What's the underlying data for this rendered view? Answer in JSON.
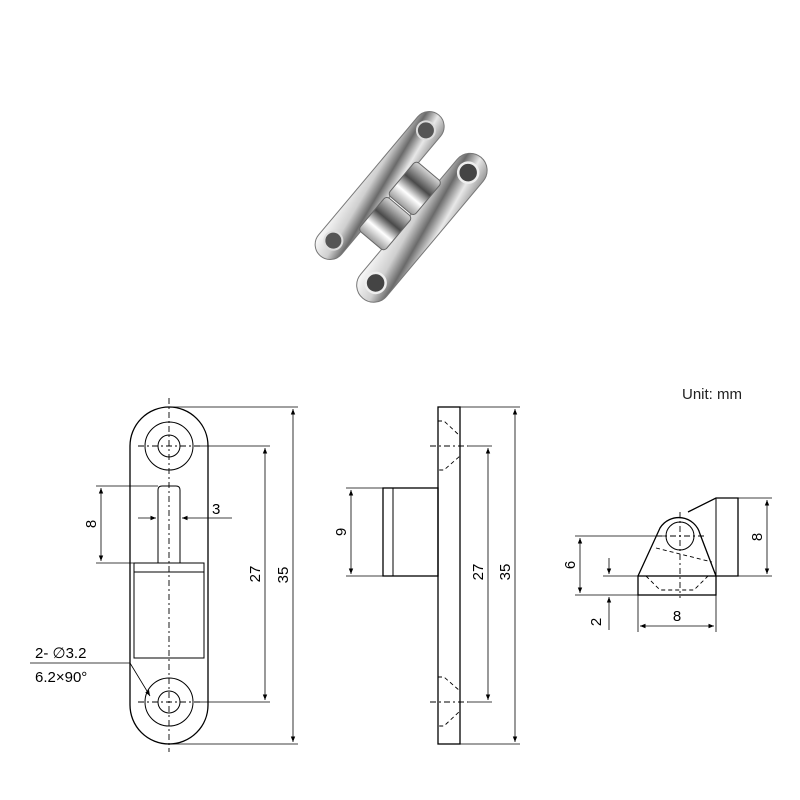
{
  "unit_label": "Unit: mm",
  "front_view": {
    "dim_pin_length": "8",
    "dim_pin_width": "3",
    "dim_hole_spacing": "27",
    "dim_overall_length": "35",
    "note_holes_line1": "2- ∅3.2",
    "note_holes_line2": "6.2×90°"
  },
  "side_view": {
    "dim_barrel": "9",
    "dim_hole_spacing": "27",
    "dim_overall_length": "35"
  },
  "end_view": {
    "dim_height": "6",
    "dim_base": "2",
    "dim_width": "8",
    "dim_barrel": "8"
  },
  "colors": {
    "line": "#000000",
    "metal_light": "#f2f2f2",
    "metal_dark": "#5a5a5a"
  }
}
